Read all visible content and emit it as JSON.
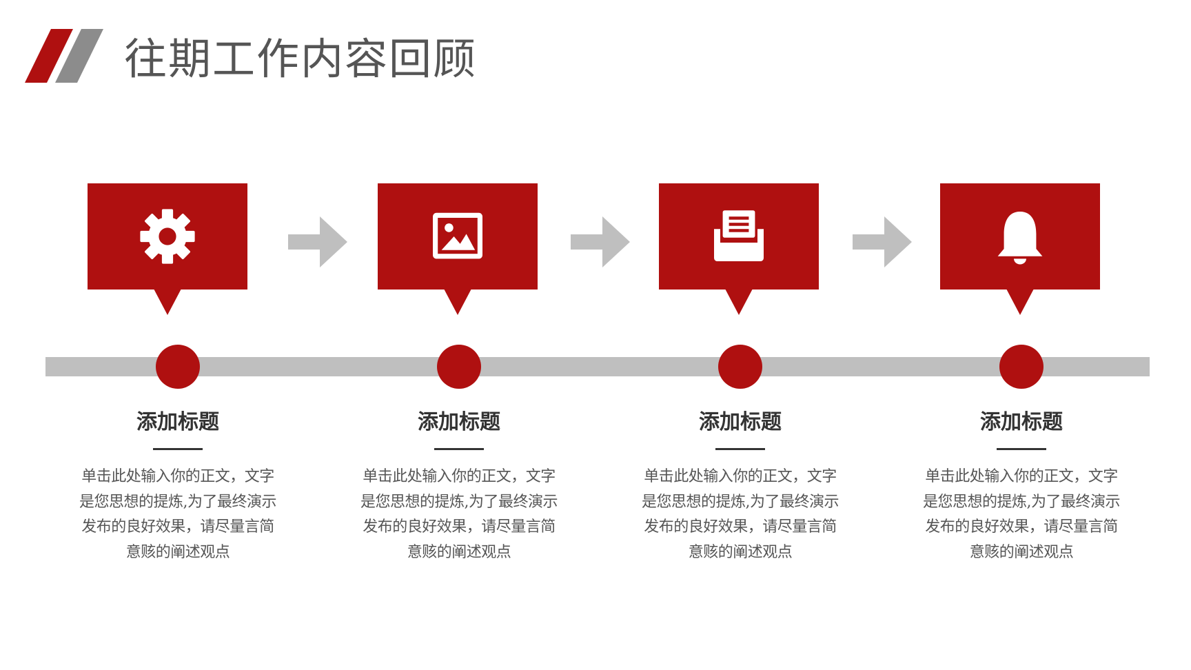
{
  "header": {
    "title": "往期工作内容回顾"
  },
  "colors": {
    "accent": "#af1010",
    "track": "#bfbfbf",
    "arrow": "#bfbfbf",
    "title_text": "#555555",
    "logo_gray": "#8c8c8c"
  },
  "steps": [
    {
      "icon": "gear-icon",
      "title": "添加标题",
      "desc_lines": [
        "单击此处输入你的正文，文字",
        "是您思想的提炼,为了最终演示",
        "发布的良好效果，请尽量言简",
        "意赅的阐述观点"
      ]
    },
    {
      "icon": "image-icon",
      "title": "添加标题",
      "desc_lines": [
        "单击此处输入你的正文，文字",
        "是您思想的提炼,为了最终演示",
        "发布的良好效果，请尽量言简",
        "意赅的阐述观点"
      ]
    },
    {
      "icon": "inbox-document-icon",
      "title": "添加标题",
      "desc_lines": [
        "单击此处输入你的正文，文字",
        "是您思想的提炼,为了最终演示",
        "发布的良好效果，请尽量言简",
        "意赅的阐述观点"
      ]
    },
    {
      "icon": "bell-icon",
      "title": "添加标题",
      "desc_lines": [
        "单击此处输入你的正文，文字",
        "是您思想的提炼,为了最终演示",
        "发布的良好效果，请尽量言简",
        "意赅的阐述观点"
      ]
    }
  ]
}
